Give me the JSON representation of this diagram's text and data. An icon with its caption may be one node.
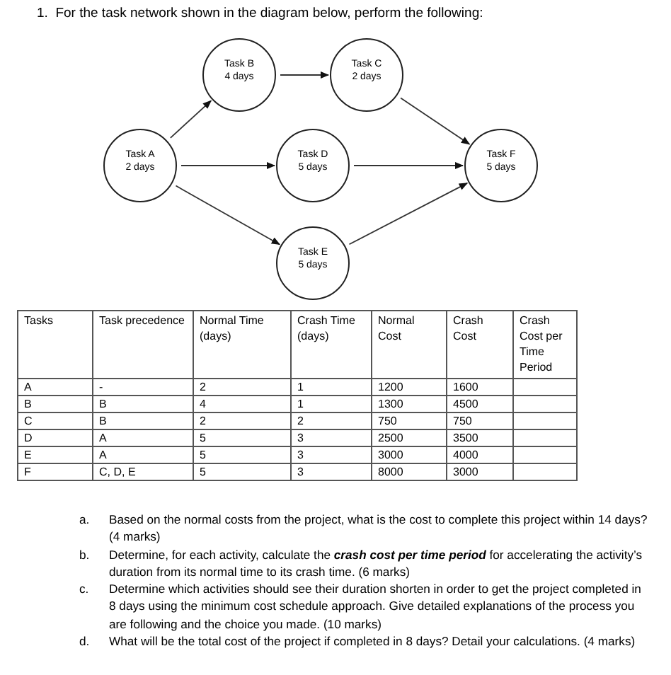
{
  "diagram": {
    "title": "1.  For the task network shown in the diagram below, perform the following:",
    "nodes": [
      {
        "text": [
          "Task B 4 days"
        ]
      },
      {
        "text": [
          "Task C 2 days"
        ]
      },
      {
        "text": [
          "Task A 2 days"
        ]
      },
      {
        "text": [
          "Task D 5 days"
        ]
      },
      {
        "text": [
          "Task F 5 days"
        ]
      },
      {
        "text": [
          "Task E 5 days"
        ]
      }
    ],
    "edges": [
      {
        "from": 2,
        "to": 0,
        "arrow": "to"
      },
      {
        "from": 0,
        "to": 1,
        "arrow": "to"
      },
      {
        "from": 1,
        "to": 4,
        "arrow": "to"
      },
      {
        "from": 2,
        "to": 3,
        "arrow": "to"
      },
      {
        "from": 3,
        "to": 4,
        "arrow": "to"
      },
      {
        "from": 2,
        "to": 5,
        "arrow": "to"
      },
      {
        "from": 5,
        "to": 4,
        "arrow": "to"
      }
    ],
    "labels": [
      "Tasks",
      "Task precedence",
      "Normal Time (days)",
      "Crash Time (days)",
      "Normal Cost",
      "Crash Cost",
      "Crash Cost per Time Period",
      "A",
      "-",
      "2",
      "1",
      "1200",
      "1600",
      "B",
      "B",
      "4",
      "1",
      "1300",
      "4500",
      "C",
      "B",
      "2",
      "2",
      "750",
      "750",
      "D",
      "A",
      "5",
      "3",
      "2500",
      "3500",
      "E",
      "A",
      "5",
      "3",
      "3000",
      "4000",
      "F",
      "C, D, E",
      "5",
      "3",
      "8000",
      "3000",
      "a.",
      "Based on the normal costs from the project, what is the cost to complete this project within 14 days? (4 marks)",
      "b.",
      "Determine, for each activity, calculate the **crash cost per time period** for accelerating the activity’s duration from its normal time to its crash time. (6 marks)",
      "c.",
      "Determine which activities should see their duration shorten in order to get the project completed in 8 days using the minimum cost schedule approach. Give detailed explanations of the process you are following and the choice you made.  (10 marks)",
      "d.",
      "What will be the total cost of the project if completed in 8 days? Detail your calculations. (4 marks)"
    ]
  }
}
